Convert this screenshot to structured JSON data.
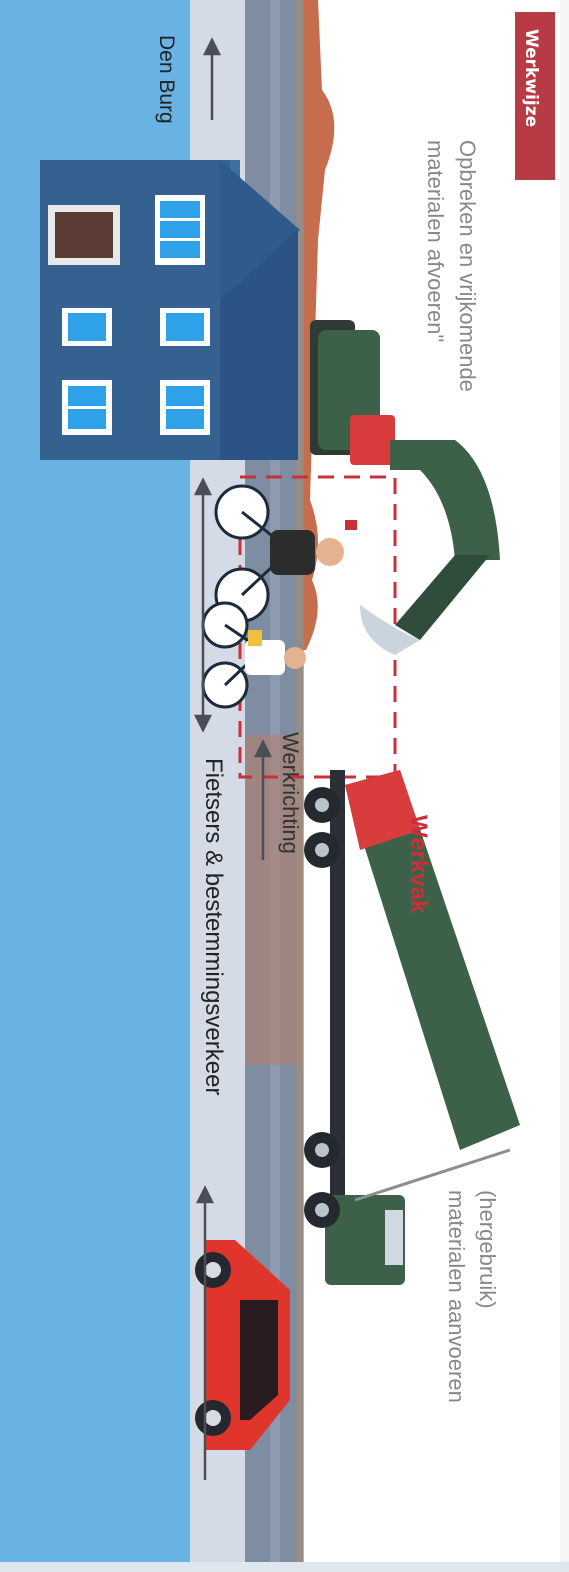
{
  "badge": {
    "label": "Werkwijze"
  },
  "labels": {
    "demolish_line1": "Opbreken en vrijkomende",
    "demolish_line2": "materialen afvoeren\"",
    "zone": "Werkvak",
    "direction": "Werkrichting",
    "traffic": "Fietsers & bestemmingsverkeer",
    "town": "Den Burg",
    "supply_line1": "(hergebruik)",
    "supply_line2": "materialen aanvoeren"
  },
  "colors": {
    "badge": "#b73a44",
    "zone_outline": "#c8303a",
    "water": "#6cb6e6",
    "house": "#3d6fa3",
    "machine_green": "#3c6148",
    "car": "#e0352d"
  },
  "icons": [
    "house-icon",
    "excavator-icon",
    "cyclist-icon",
    "dump-truck-icon",
    "car-icon",
    "arrow-icon"
  ]
}
